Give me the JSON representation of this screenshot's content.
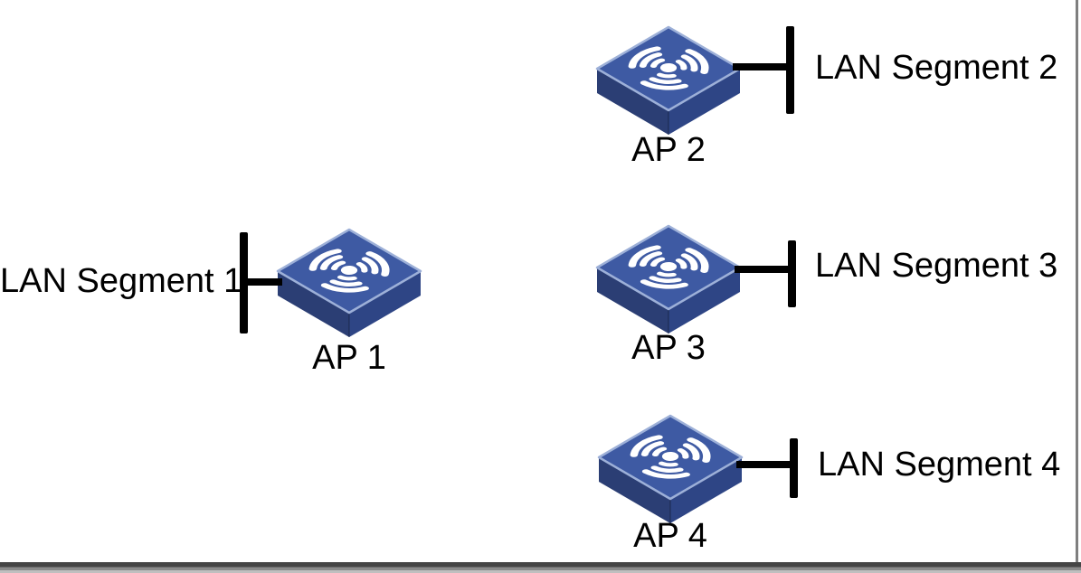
{
  "diagram": {
    "nodes": [
      {
        "id": "ap1",
        "label": "AP 1",
        "segment_label": "LAN Segment 1",
        "segment_side": "left",
        "icon": "wireless-ap-icon"
      },
      {
        "id": "ap2",
        "label": "AP 2",
        "segment_label": "LAN Segment 2",
        "segment_side": "right",
        "icon": "wireless-ap-icon"
      },
      {
        "id": "ap3",
        "label": "AP 3",
        "segment_label": "LAN Segment 3",
        "segment_side": "right",
        "icon": "wireless-ap-icon"
      },
      {
        "id": "ap4",
        "label": "AP 4",
        "segment_label": "LAN Segment 4",
        "segment_side": "right",
        "icon": "wireless-ap-icon"
      }
    ],
    "colors": {
      "background": "#ffffff",
      "device_top": "#3e5aa3",
      "device_side_left": "#2b3e74",
      "device_side_right": "#2e4585",
      "device_edge": "#9db0d8",
      "glyph": "#ffffff",
      "connector": "#000000",
      "label_text": "#000000",
      "frame_right": "#7f7f7f",
      "frame_bottom_dark": "#454545",
      "frame_bottom_mid": "#8a8a8a",
      "frame_bottom_light": "#bfbfbf"
    }
  }
}
